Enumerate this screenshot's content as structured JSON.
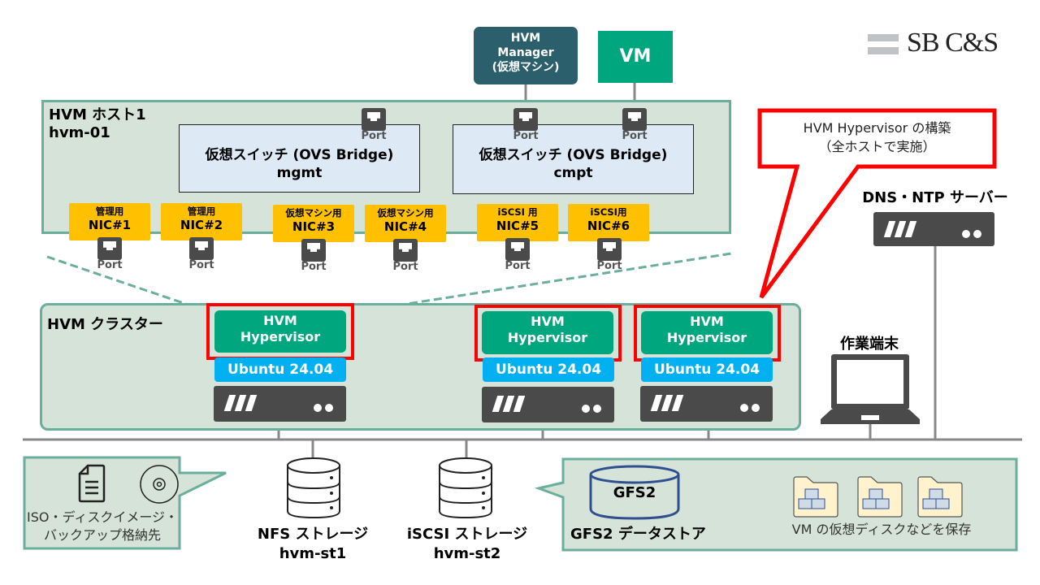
{
  "logo": {
    "text": "SB C&S"
  },
  "top_nodes": {
    "hvm_manager": {
      "line1": "HVM",
      "line2": "Manager",
      "line3": "(仮想マシン)"
    },
    "vm": {
      "label": "VM"
    }
  },
  "host": {
    "title": "HVM ホスト1",
    "hostname": "hvm-01",
    "switches": [
      {
        "line1": "仮想スイッチ (OVS Bridge)",
        "line2": "mgmt"
      },
      {
        "line1": "仮想スイッチ (OVS Bridge)",
        "line2": "cmpt"
      }
    ],
    "port_label": "Port",
    "nics": [
      {
        "purpose": "管理用",
        "name": "NIC#1"
      },
      {
        "purpose": "管理用",
        "name": "NIC#2"
      },
      {
        "purpose": "仮想マシン用",
        "name": "NIC#3"
      },
      {
        "purpose": "仮想マシン用",
        "name": "NIC#4"
      },
      {
        "purpose": "iSCSI 用",
        "name": "NIC#5"
      },
      {
        "purpose": "iSCSI用",
        "name": "NIC#6"
      }
    ]
  },
  "callout": {
    "line1": "HVM Hypervisor の構築",
    "line2": "（全ホストで実施）"
  },
  "cluster": {
    "title": "HVM クラスター",
    "nodes": [
      {
        "hypervisor_line1": "HVM",
        "hypervisor_line2": "Hypervisor",
        "os": "Ubuntu 24.04"
      },
      {
        "hypervisor_line1": "HVM",
        "hypervisor_line2": "Hypervisor",
        "os": "Ubuntu 24.04"
      },
      {
        "hypervisor_line1": "HVM",
        "hypervisor_line2": "Hypervisor",
        "os": "Ubuntu 24.04"
      }
    ]
  },
  "dns_ntp": {
    "label": "DNS・NTP サーバー"
  },
  "workstation": {
    "label": "作業端末"
  },
  "storage": {
    "nfs": {
      "line1": "NFS ストレージ",
      "line2": "hvm-st1"
    },
    "iscsi": {
      "line1": "iSCSI ストレージ",
      "line2": "hvm-st2"
    },
    "nfs_note": {
      "line1": "ISO・ディスクイメージ・",
      "line2": "バックアップ格納先"
    },
    "gfs2": {
      "cylinder_label": "GFS2",
      "title": "GFS2 データストア",
      "note": "VM の仮想ディスクなどを保存"
    }
  },
  "colors": {
    "panel_bg": "#d6e3d8",
    "panel_border": "#6aae9c",
    "hypervisor": "#00a77e",
    "ubuntu": "#00b0f0",
    "nic": "#ffc000",
    "highlight": "#ff0000",
    "manager": "#2b5f6b",
    "server": "#4a4a4a"
  }
}
